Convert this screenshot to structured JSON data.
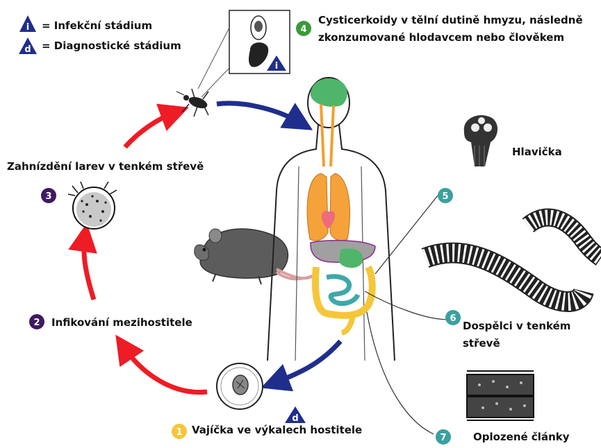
{
  "legend": {
    "infective_symbol": "i",
    "infective_label": "= Infekční stádium",
    "diagnostic_symbol": "d",
    "diagnostic_label": "= Diagnostické stádium"
  },
  "stages": [
    {
      "number": "1",
      "label": "Vajíčka ve výkalech hostitele",
      "color": "#f5c63a"
    },
    {
      "number": "2",
      "label": "Infikování mezihostitele",
      "color": "#3d1a63"
    },
    {
      "number": "3",
      "label": "Zahnízdění larev v tenkém střevě",
      "color": "#3d1a63"
    },
    {
      "number": "4",
      "label_line1": "Cysticerkoidy v tělní dutině hmyzu, následně",
      "label_line2": "zkonzumované hlodavcem nebo člověkem",
      "color": "#3a9a3a"
    },
    {
      "number": "5",
      "label": "Hlavička",
      "color": "#3aa0a0"
    },
    {
      "number": "6",
      "label_line1": "Dospělci v tenkém",
      "label_line2": "střevě",
      "color": "#3aa0a0"
    },
    {
      "number": "7",
      "label": "Oplozené články",
      "color": "#3aa0a0"
    }
  ],
  "colors": {
    "red_arrow": "#ee1c25",
    "blue_arrow": "#1f2e8c",
    "stage_marker": "#1f2e8c"
  }
}
